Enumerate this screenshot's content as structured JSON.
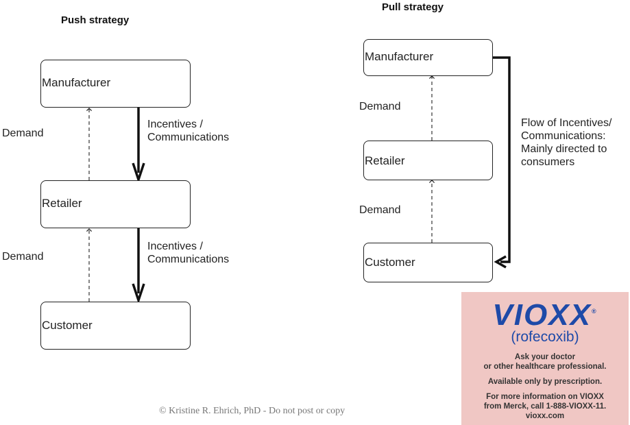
{
  "push": {
    "title": "Push strategy",
    "manufacturer": "Manufacturer",
    "retailer": "Retailer",
    "customer": "Customer",
    "demand_top": "Demand",
    "demand_bottom": "Demand",
    "flow_top": "Incentives /\nCommunications",
    "flow_bottom": "Incentives /\nCommunications"
  },
  "pull": {
    "title": "Pull strategy",
    "manufacturer": "Manufacturer",
    "retailer": "Retailer",
    "customer": "Customer",
    "demand_top": "Demand",
    "demand_bottom": "Demand",
    "flow": "Flow of Incentives/\nCommunications:\nMainly directed to\nconsumers"
  },
  "ad": {
    "brand": "VIOXX",
    "reg": "®",
    "generic": "(rofecoxib)",
    "line1": "Ask your doctor",
    "line2": "or other healthcare professional.",
    "line3": "Available only by prescription.",
    "line4": "For more information on VIOXX",
    "line5": "from Merck, call 1-888-VIOXX-11.",
    "line6": "vioxx.com"
  },
  "copyright": "© Kristine R. Ehrich, PhD - Do not post or copy"
}
